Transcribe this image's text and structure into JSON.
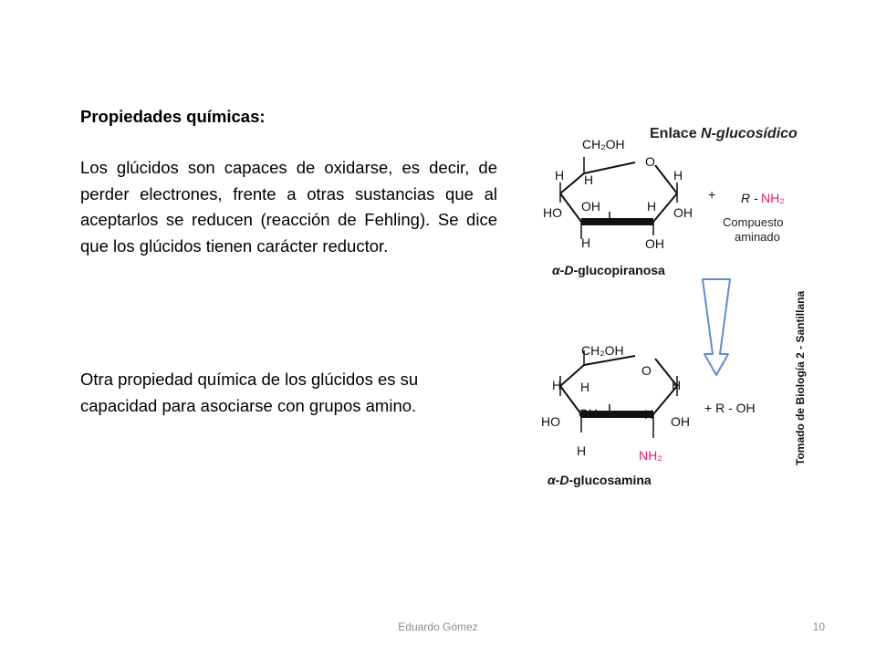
{
  "slide": {
    "heading": "Propiedades químicas:",
    "paragraph1": "Los glúcidos son capaces de oxidarse, es decir, de perder electrones, frente a otras sustancias que al aceptarlos se reducen (reacción de Fehling). Se dice que los glúcidos tienen carácter reductor.",
    "paragraph2": "Otra propiedad química de los glúcidos es su capacidad para asociarse con grupos amino."
  },
  "figure": {
    "title_prefix": "Enlace ",
    "title_italic": "N-glucosídico",
    "top": {
      "ch2oh": "CH₂OH",
      "ring_o": "O",
      "h": "H",
      "ho": "HO",
      "oh": "OH",
      "name_greek": "α-D",
      "name": "-glucopiranosa"
    },
    "reagent": {
      "plus": "+",
      "r_dash": "R -",
      "nh2": "NH₂",
      "label_line1": "Compuesto",
      "label_line2": "aminado"
    },
    "bottom": {
      "ch2oh": "CH₂OH",
      "ring_o": "O",
      "h": "H",
      "ho": "HO",
      "oh": "OH",
      "nh2": "NH₂",
      "name_greek": "α-D",
      "name": "-glucosamina"
    },
    "product": "+ R - OH",
    "credit": "Tomado de Biología 2 - Santillana",
    "colors": {
      "amino": "#e0206e",
      "arrow": "#5b8dd8",
      "ink": "#111111"
    }
  },
  "footer": {
    "author": "Eduardo Gómez",
    "page": "10"
  }
}
